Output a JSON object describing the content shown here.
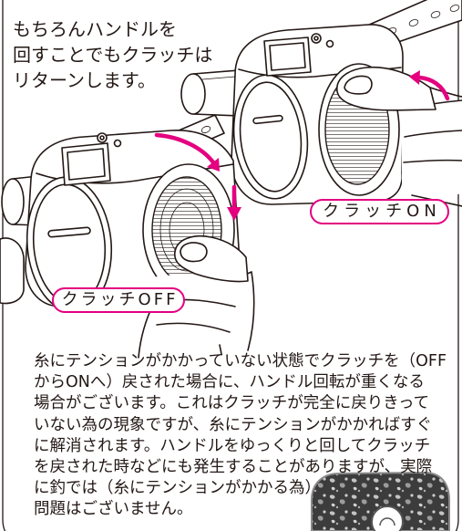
{
  "caption": {
    "lines": [
      "もちろんハンドルを",
      "回すことでもクラッチは",
      "リターンします。"
    ]
  },
  "labels": {
    "clutch_on": "クラッチON",
    "clutch_off": "クラッチOFF"
  },
  "note": {
    "lines": [
      "糸にテンションがかかっていない状態でクラッチを（OFF",
      "からONへ）戻された場合に、ハンドル回転が重くなる",
      "場合がございます。これはクラッチが完全に戻りきって",
      "いない為の現象ですが、糸にテンションがかかればすぐ",
      "に解消されます。ハンドルをゆっくりと回してクラッチ",
      "を戻された時などにも発生することがありますが、実際",
      "に釣では（糸にテンションがかかる為）",
      "問題はございません。"
    ]
  },
  "icons": {
    "handle_rotation": "curved-arrow-icon",
    "press_direction": "down-arrow-icon"
  },
  "colors": {
    "accent": "#e4007f",
    "line": "#231815",
    "background": "#ffffff"
  }
}
